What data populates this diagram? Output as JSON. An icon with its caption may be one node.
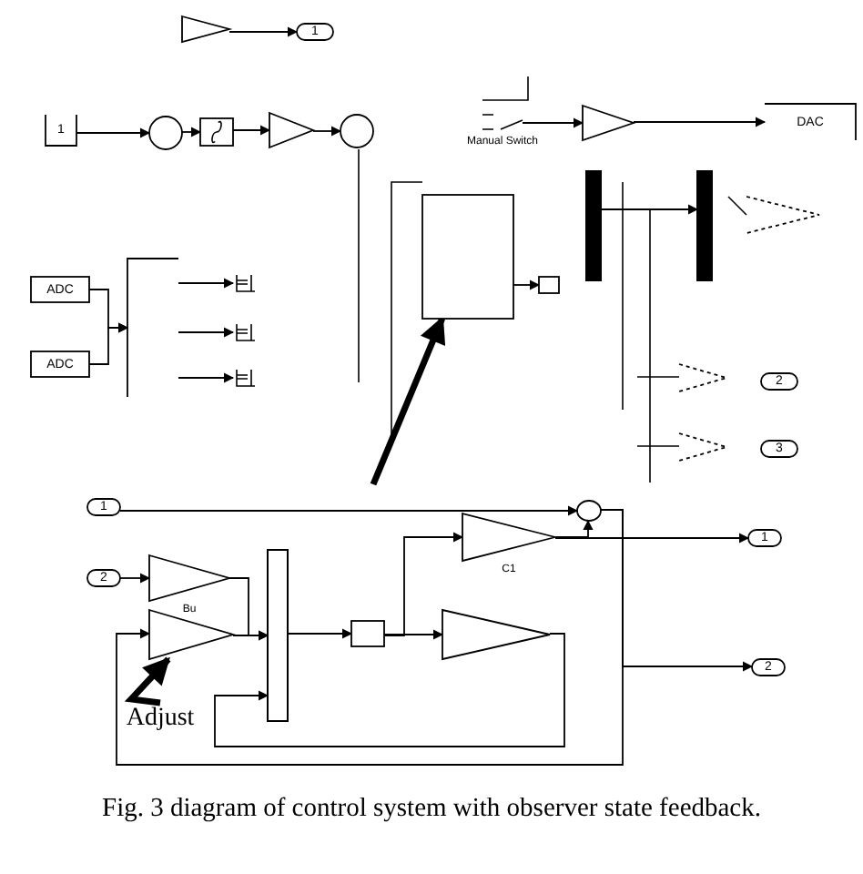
{
  "diagram": {
    "caption": "Fig. 3 diagram of control system with observer state feedback.",
    "nodes": [
      {
        "text": [],
        "shape": "triangle"
      },
      {
        "text": [
          "1"
        ]
      },
      {
        "text": [
          "1"
        ]
      },
      {
        "text": [],
        "shape": "circle"
      },
      {
        "text": [],
        "shape": "box"
      },
      {
        "text": [],
        "shape": "triangle"
      },
      {
        "text": [],
        "shape": "circle"
      },
      {
        "text": [],
        "shape": "switch",
        "beside": [
          "Manual Switch"
        ]
      },
      {
        "text": [],
        "shape": "triangle"
      },
      {
        "text": [
          "DAC"
        ]
      },
      {
        "text": [],
        "shape": "box"
      },
      {
        "text": [],
        "shape": "box"
      },
      {
        "text": [],
        "shape": "bar"
      },
      {
        "text": [],
        "shape": "bar"
      },
      {
        "text": [],
        "shape": "triangle"
      },
      {
        "text": [
          "ADC"
        ]
      },
      {
        "text": [
          "ADC"
        ]
      },
      {
        "text": [],
        "shape": "box"
      },
      {
        "text": [],
        "shape": "box"
      },
      {
        "text": [],
        "shape": "box"
      },
      {
        "text": [],
        "shape": "box"
      },
      {
        "text": [],
        "shape": "triangle"
      },
      {
        "text": [],
        "shape": "triangle"
      },
      {
        "text": [
          "2"
        ]
      },
      {
        "text": [
          "3"
        ]
      },
      {
        "text": [
          "1"
        ]
      },
      {
        "text": [
          "2"
        ]
      },
      {
        "text": [],
        "shape": "triangle",
        "beside": [
          "Bu"
        ]
      },
      {
        "text": [],
        "shape": "triangle"
      },
      {
        "text": [],
        "shape": "bar"
      },
      {
        "text": [],
        "shape": "box"
      },
      {
        "text": [],
        "shape": "triangle",
        "beside": [
          "C1"
        ]
      },
      {
        "text": [],
        "shape": "triangle"
      },
      {
        "text": [],
        "shape": "circle"
      },
      {
        "text": [
          "1"
        ]
      },
      {
        "text": [
          "2"
        ]
      },
      {
        "text": [
          "Adjust"
        ]
      }
    ],
    "edges": [
      {
        "from": 0,
        "to": 1,
        "arrow": "to"
      },
      {
        "from": 2,
        "to": 3,
        "arrow": "to"
      },
      {
        "from": 3,
        "to": 4,
        "arrow": "to"
      },
      {
        "from": 4,
        "to": 5,
        "arrow": "to"
      },
      {
        "from": 5,
        "to": 6,
        "arrow": "to"
      },
      {
        "from": 7,
        "to": 8,
        "arrow": "to"
      },
      {
        "from": 8,
        "to": 9,
        "arrow": "to"
      },
      {
        "from": 10,
        "to": 11,
        "arrow": "to"
      },
      {
        "from": 12,
        "to": 13,
        "arrow": "to"
      },
      {
        "from": 15,
        "to": 17,
        "arrow": "to"
      },
      {
        "from": 16,
        "to": 17,
        "arrow": "to"
      },
      {
        "from": 17,
        "to": 18,
        "arrow": "to"
      },
      {
        "from": 17,
        "to": 19,
        "arrow": "to"
      },
      {
        "from": 17,
        "to": 20,
        "arrow": "to"
      },
      {
        "from": 25,
        "to": 33,
        "arrow": "to"
      },
      {
        "from": 26,
        "to": 27,
        "arrow": "to"
      },
      {
        "from": 27,
        "to": 29,
        "arrow": "to"
      },
      {
        "from": 28,
        "to": 29,
        "arrow": "to"
      },
      {
        "from": 29,
        "to": 30,
        "arrow": "to"
      },
      {
        "from": 30,
        "to": 31,
        "arrow": "to"
      },
      {
        "from": 30,
        "to": 32,
        "arrow": "to"
      },
      {
        "from": 31,
        "to": 34,
        "arrow": "to"
      },
      {
        "from": 31,
        "to": 33,
        "arrow": "to"
      },
      {
        "from": 33,
        "to": 35,
        "arrow": "to"
      },
      {
        "from": 33,
        "to": 28,
        "arrow": "to"
      },
      {
        "from": 32,
        "to": 29,
        "arrow": "to"
      },
      {
        "from": 36,
        "to": 28,
        "arrow": "to",
        "style": "thick"
      },
      {
        "from": null,
        "to": 10,
        "arrow": "to",
        "style": "thick"
      }
    ]
  }
}
